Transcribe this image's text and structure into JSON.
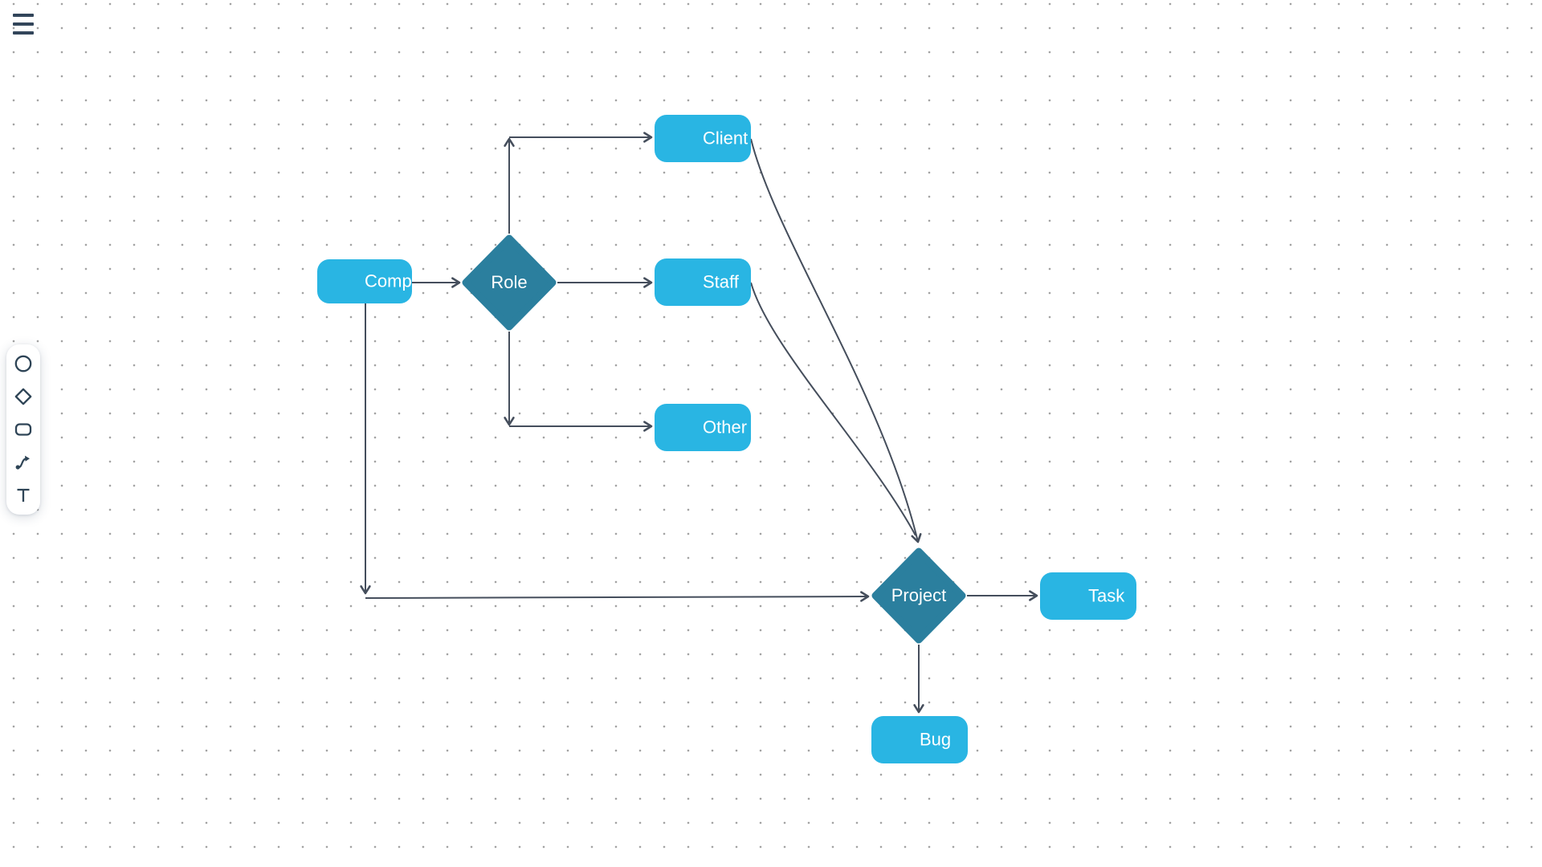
{
  "app": {
    "menu_icon": "hamburger-menu"
  },
  "toolbar": {
    "tools": [
      {
        "name": "circle-tool",
        "icon": "circle-icon"
      },
      {
        "name": "diamond-tool",
        "icon": "diamond-icon"
      },
      {
        "name": "rectangle-tool",
        "icon": "rounded-rectangle-icon"
      },
      {
        "name": "connector-tool",
        "icon": "connector-arrow-icon"
      },
      {
        "name": "text-tool",
        "icon": "text-T-icon"
      }
    ]
  },
  "colors": {
    "entity_fill": "#29b5e3",
    "decision_fill": "#2b7f9e",
    "edge_stroke": "#454e5c",
    "icon_color": "#2e4456",
    "label_text": "#ffffff",
    "grid_dot": "#a3a3a3",
    "background": "#ffffff"
  },
  "diagram": {
    "nodes": [
      {
        "id": "company",
        "label": "Company",
        "type": "entity"
      },
      {
        "id": "role",
        "label": "Role",
        "type": "decision"
      },
      {
        "id": "client",
        "label": "Client",
        "type": "entity"
      },
      {
        "id": "staff",
        "label": "Staff",
        "type": "entity"
      },
      {
        "id": "other",
        "label": "Other",
        "type": "entity"
      },
      {
        "id": "project",
        "label": "Project",
        "type": "decision"
      },
      {
        "id": "task",
        "label": "Task",
        "type": "entity"
      },
      {
        "id": "bug",
        "label": "Bug",
        "type": "entity"
      }
    ],
    "edges": [
      {
        "from": "company",
        "to": "role"
      },
      {
        "from": "role",
        "to": "client"
      },
      {
        "from": "role",
        "to": "staff"
      },
      {
        "from": "role",
        "to": "other"
      },
      {
        "from": "company",
        "to": "project"
      },
      {
        "from": "client",
        "to": "project"
      },
      {
        "from": "staff",
        "to": "project"
      },
      {
        "from": "project",
        "to": "task"
      },
      {
        "from": "project",
        "to": "bug"
      }
    ]
  }
}
